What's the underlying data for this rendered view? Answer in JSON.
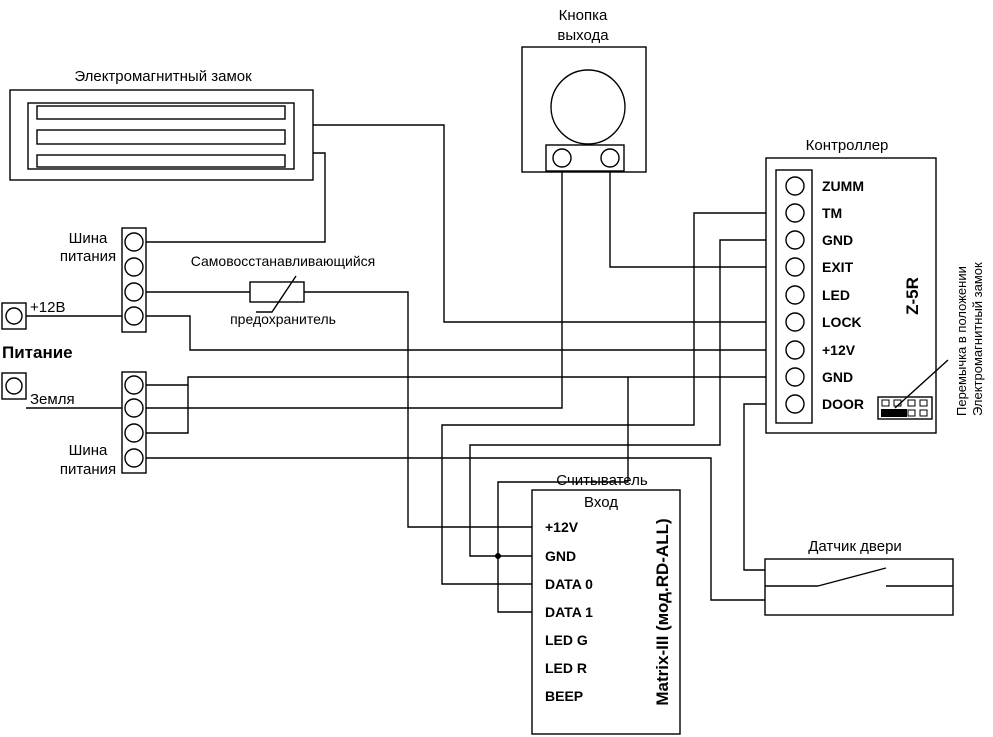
{
  "labels": {
    "lock_title": "Электромагнитный замок",
    "exit_button_line1": "Кнопка",
    "exit_button_line2": "выхода",
    "controller_title": "Контроллер",
    "controller_model": "Z-5R",
    "bus_top_line1": "Шина",
    "bus_top_line2": "питания",
    "bus_bottom_line1": "Шина",
    "bus_bottom_line2": "питания",
    "fuse_top": "Самовосстанавливающийся",
    "fuse_bottom": "предохранитель",
    "power_plus": "+12В",
    "power_title": "Питание",
    "ground": "Земля",
    "reader_title": "Считыватель",
    "reader_input": "Вход",
    "reader_model": "Matrix-III (мод.RD-ALL)",
    "door_sensor": "Датчик двери",
    "jumper_line1": "Перемычка в положении",
    "jumper_line2": "Электромагнитный замок"
  },
  "controller_pins": [
    "ZUMM",
    "TM",
    "GND",
    "EXIT",
    "LED",
    "LOCK",
    "+12V",
    "GND",
    "DOOR"
  ],
  "reader_pins": [
    "+12V",
    "GND",
    "DATA 0",
    "DATA 1",
    "LED G",
    "LED R",
    "BEEP"
  ]
}
